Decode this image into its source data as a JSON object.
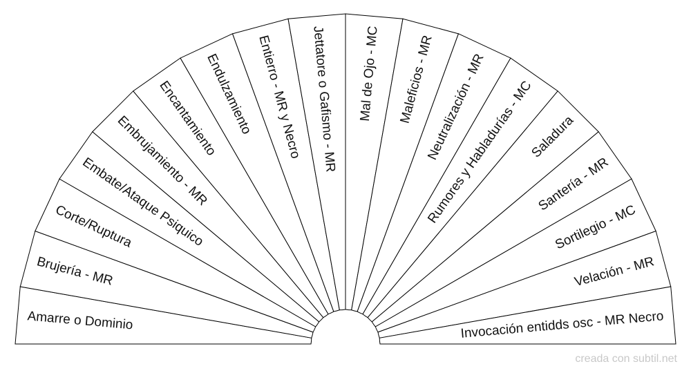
{
  "chart_data": {
    "type": "pie",
    "shape": "semicircle",
    "segments": [
      "Amarre o Dominio",
      "Brujería - MR",
      "Corte/Ruptura",
      "Embate/Ataque Psiquico",
      "Embrujamiento - MR",
      "Encantamiento",
      "Endulzamiento",
      "Entierro - MR y Necro",
      "Jettatore o Gafismo - MR",
      "Mal de Ojo - MC",
      "Maleficios - MR",
      "Neutralización - MR",
      "Rumores y Habladurías - MC",
      "Saladura",
      "Santería - MR",
      "Sortilegio - MC",
      "Velación - MR",
      "Invocación entidds osc - MR Necro"
    ],
    "values": [
      1,
      1,
      1,
      1,
      1,
      1,
      1,
      1,
      1,
      1,
      1,
      1,
      1,
      1,
      1,
      1,
      1,
      1
    ]
  },
  "colors": {
    "stroke": "#000000",
    "fill": "#ffffff",
    "text": "#111111",
    "watermark": "#c8c8c8"
  },
  "watermark": "creada con subtil.net"
}
